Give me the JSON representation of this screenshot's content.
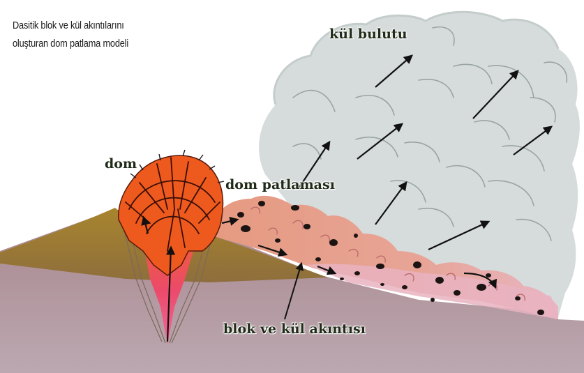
{
  "caption": {
    "line1": "Dasitik blok ve kül akıntılarını",
    "line2": "oluşturan dom patlama modeli"
  },
  "labels": {
    "dom": "dom",
    "dom_patlamasi": "dom patlaması",
    "blok_ve_kul_akintisi": "blok ve kül akıntısı",
    "kul_bulutu": "kül bulutu"
  },
  "colors": {
    "ash_cloud": "#d5dcdc",
    "dome": "#ef5a1e",
    "flow": "#e69c86",
    "volcano_flank": "#9b7a34",
    "ground": "#b197a2",
    "conduit": "#e8487a"
  }
}
